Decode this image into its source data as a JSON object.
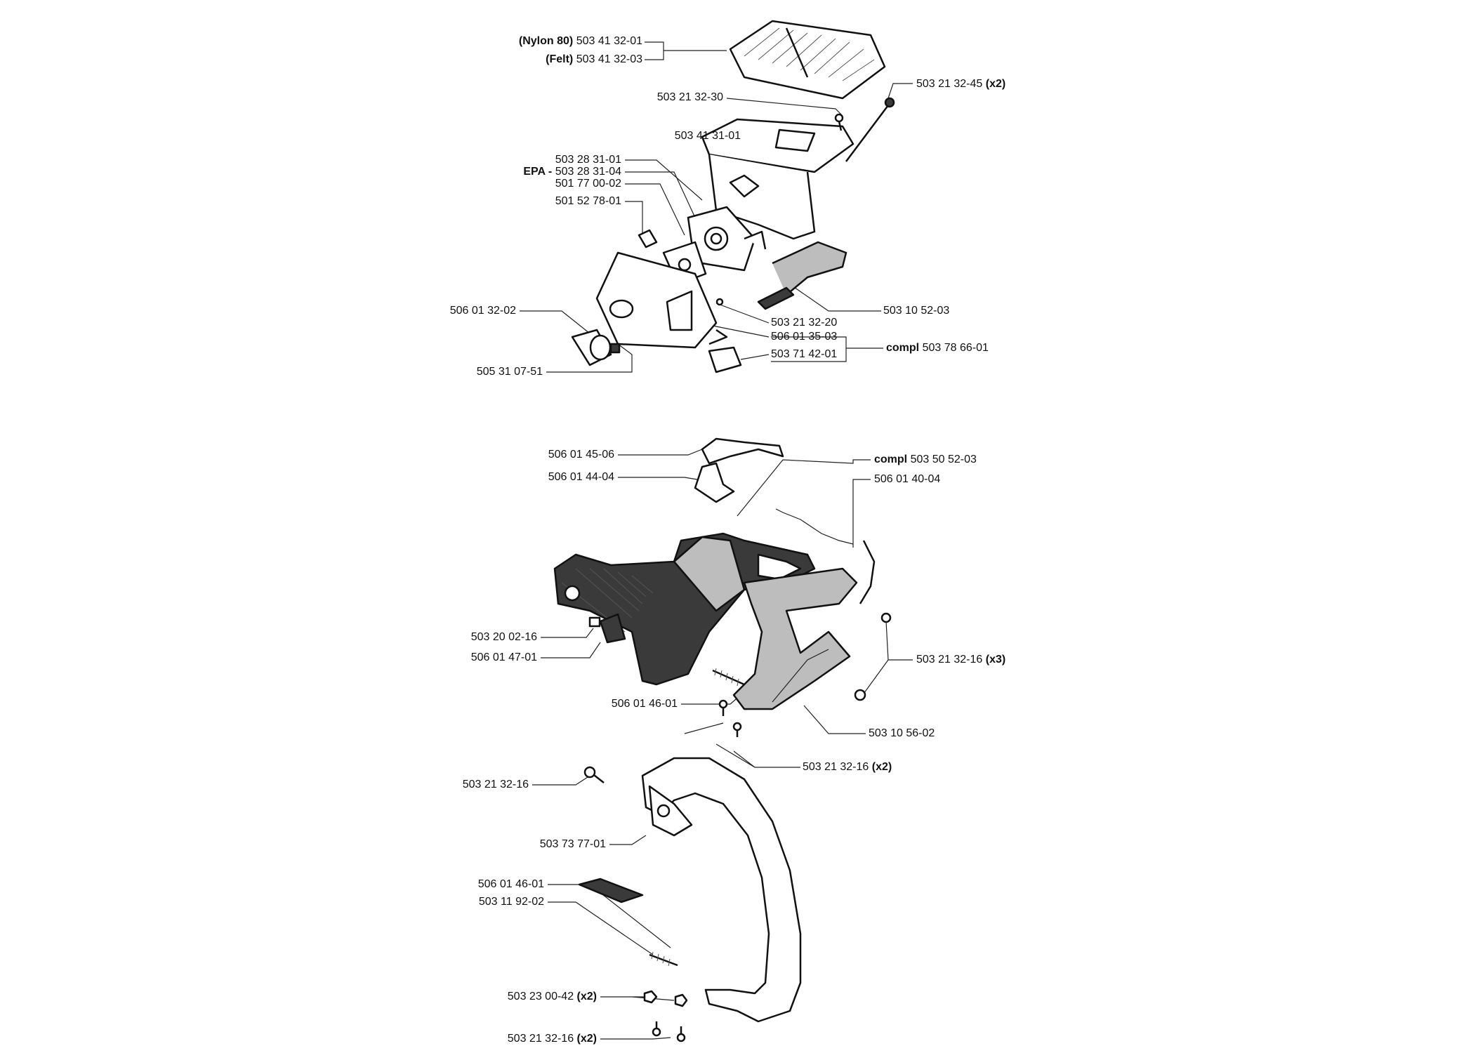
{
  "labels": [
    {
      "id": "nylon",
      "prefix": "(Nylon 80)",
      "text": "503 41 32-01",
      "suffix": ""
    },
    {
      "id": "felt",
      "prefix": "(Felt)",
      "text": "503 41 32-03",
      "suffix": ""
    },
    {
      "id": "l503213245",
      "prefix": "",
      "text": "503 21 32-45",
      "suffix": "(x2)"
    },
    {
      "id": "l503213230",
      "prefix": "",
      "text": "503 21 32-30",
      "suffix": ""
    },
    {
      "id": "l503413101",
      "prefix": "",
      "text": "503 41 31-01",
      "suffix": ""
    },
    {
      "id": "l503283101",
      "prefix": "",
      "text": "503 28 31-01",
      "suffix": ""
    },
    {
      "id": "epa",
      "prefix": "EPA -",
      "text": "503 28 31-04",
      "suffix": ""
    },
    {
      "id": "l501770002",
      "prefix": "",
      "text": "501 77 00-02",
      "suffix": ""
    },
    {
      "id": "l501527801",
      "prefix": "",
      "text": "501 52 78-01",
      "suffix": ""
    },
    {
      "id": "l506013202",
      "prefix": "",
      "text": "506 01 32-02",
      "suffix": ""
    },
    {
      "id": "l503105203",
      "prefix": "",
      "text": "503 10 52-03",
      "suffix": ""
    },
    {
      "id": "l503213220",
      "prefix": "",
      "text": "503 21 32-20",
      "suffix": ""
    },
    {
      "id": "l506013503",
      "prefix": "",
      "text": "506 01 35-03",
      "suffix": ""
    },
    {
      "id": "l503714201",
      "prefix": "",
      "text": "503 71 42-01",
      "suffix": ""
    },
    {
      "id": "compl1",
      "prefix": "compl",
      "text": "503 78 66-01",
      "suffix": ""
    },
    {
      "id": "l505310751",
      "prefix": "",
      "text": "505 31 07-51",
      "suffix": ""
    },
    {
      "id": "l506014506",
      "prefix": "",
      "text": "506 01 45-06",
      "suffix": ""
    },
    {
      "id": "compl2",
      "prefix": "compl",
      "text": "503 50 52-03",
      "suffix": ""
    },
    {
      "id": "l506014404",
      "prefix": "",
      "text": "506 01 44-04",
      "suffix": ""
    },
    {
      "id": "l506014004",
      "prefix": "",
      "text": "506 01 40-04",
      "suffix": ""
    },
    {
      "id": "l503200216",
      "prefix": "",
      "text": "503 20 02-16",
      "suffix": ""
    },
    {
      "id": "l506014701",
      "prefix": "",
      "text": "506 01 47-01",
      "suffix": ""
    },
    {
      "id": "x3",
      "prefix": "",
      "text": "503 21 32-16",
      "suffix": "(x3)"
    },
    {
      "id": "l506014601a",
      "prefix": "",
      "text": "506 01 46-01",
      "suffix": ""
    },
    {
      "id": "l503105602",
      "prefix": "",
      "text": "503 10 56-02",
      "suffix": ""
    },
    {
      "id": "x2a",
      "prefix": "",
      "text": "503 21 32-16",
      "suffix": "(x2)"
    },
    {
      "id": "l503213216",
      "prefix": "",
      "text": "503 21 32-16",
      "suffix": ""
    },
    {
      "id": "l503737701",
      "prefix": "",
      "text": "503 73 77-01",
      "suffix": ""
    },
    {
      "id": "l506014601b",
      "prefix": "",
      "text": "506 01 46-01",
      "suffix": ""
    },
    {
      "id": "l503119202",
      "prefix": "",
      "text": "503 11 92-02",
      "suffix": ""
    },
    {
      "id": "x2b",
      "prefix": "",
      "text": "503 23 00-42",
      "suffix": "(x2)"
    },
    {
      "id": "x2c",
      "prefix": "",
      "text": "503 21 32-16",
      "suffix": "(x2)"
    }
  ],
  "colors": {
    "ink": "#111111",
    "dark_fill": "#3a3a3a",
    "mid_fill": "#bdbdbd"
  }
}
